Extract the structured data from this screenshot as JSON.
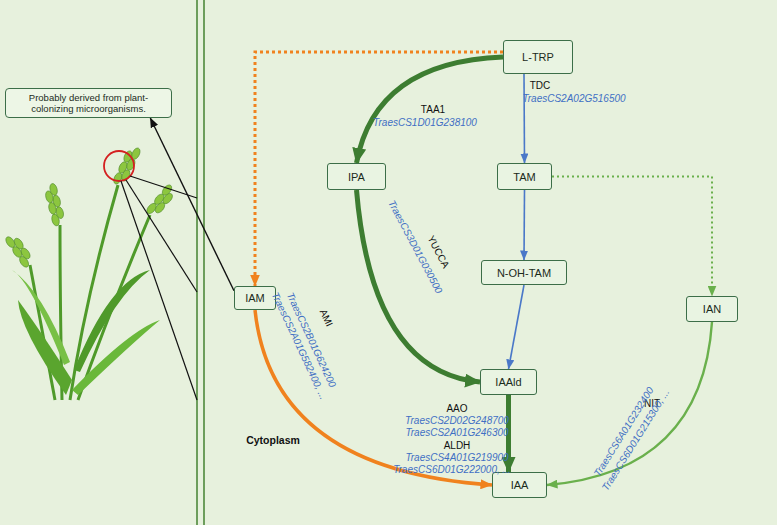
{
  "diagram": {
    "nodes": [
      {
        "text": [
          "Probably derived from plant-colonizing microorganisms."
        ]
      },
      {
        "text": [
          "L-TRP"
        ]
      },
      {
        "text": [
          "IPA"
        ]
      },
      {
        "text": [
          "TAM"
        ]
      },
      {
        "text": [
          "IAM"
        ]
      },
      {
        "text": [
          "N-OH-TAM"
        ]
      },
      {
        "text": [
          "IAAld"
        ]
      },
      {
        "text": [
          "IAN"
        ]
      },
      {
        "text": [
          "IAA"
        ]
      }
    ],
    "edges": [
      {
        "from": 1,
        "to": 2,
        "arrow": "to"
      },
      {
        "from": 2,
        "to": 6,
        "arrow": "to"
      },
      {
        "from": 1,
        "to": 3,
        "arrow": "to"
      },
      {
        "from": 3,
        "to": 5,
        "arrow": "to"
      },
      {
        "from": 5,
        "to": 6,
        "arrow": "to"
      },
      {
        "from": 6,
        "to": 8,
        "arrow": "to"
      },
      {
        "from": 1,
        "to": 4,
        "arrow": "to"
      },
      {
        "from": 4,
        "to": 8,
        "arrow": "to"
      },
      {
        "from": 3,
        "to": 7,
        "arrow": "to"
      },
      {
        "from": 7,
        "to": 8,
        "arrow": "to"
      },
      {
        "from": 4,
        "to": 0,
        "arrow": "to"
      }
    ],
    "labels": [
      "TAA1",
      "TraesCS1D01G238100",
      "TDC",
      "TraesCS2A02G516500",
      "YUCCA",
      "TraesCS3D01G030500",
      "AMI",
      "TraesCS2B01G624200",
      "TraesCS2A01G582400, ...",
      "AAO",
      "TraesCS2D02G248700",
      "TraesCS2A01G246300",
      "ALDH",
      "TraesCS4A01G219900",
      "TraesCS6D01G222000, ...",
      "NIT",
      "TraesCS6A01G232400",
      "TraesCS6D01G215300, ...",
      "Cytoplasm"
    ]
  }
}
